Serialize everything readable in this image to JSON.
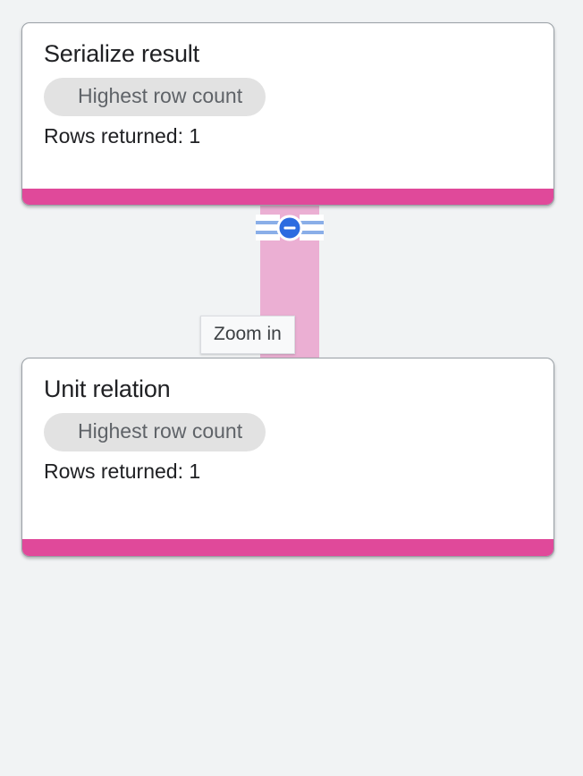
{
  "canvas": {
    "background_color": "#f1f3f4"
  },
  "graph": {
    "connector": {
      "name": "pink-connector-band",
      "color": "#ebafd3",
      "from_node": "serialize-result",
      "to_node": "unit-relation"
    },
    "collapse_control": {
      "icon": "minus-circle-icon",
      "circle_color": "#2c6be0",
      "rail_color": "#8aaee8",
      "state": "expanded"
    },
    "nodes": [
      {
        "id": "serialize-result",
        "title": "Serialize result",
        "chip_label": "Highest row count",
        "chip_color": "#e2e2e2",
        "meta": "Rows returned: 1",
        "status_bar_color": "#e0499a"
      },
      {
        "id": "unit-relation",
        "title": "Unit relation",
        "chip_label": "Highest row count",
        "chip_color": "#e2e2e2",
        "meta": "Rows returned: 1",
        "status_bar_color": "#e0499a"
      }
    ]
  },
  "tooltip": {
    "label": "Zoom in"
  }
}
